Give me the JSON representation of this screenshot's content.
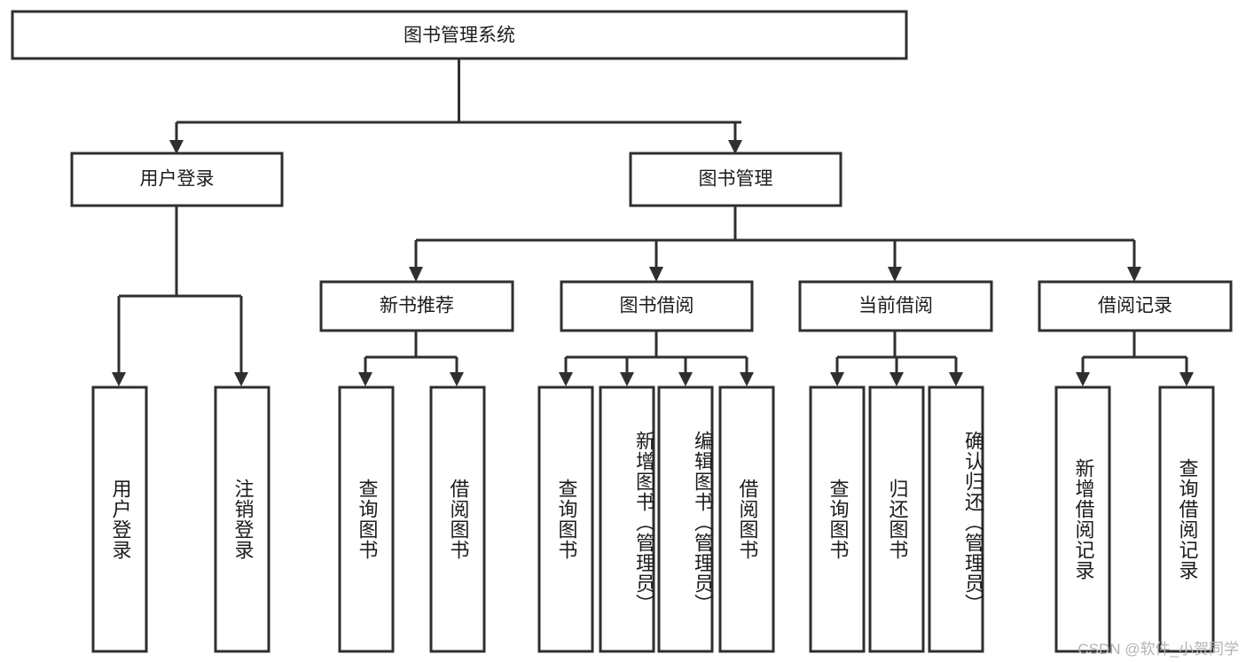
{
  "diagram": {
    "title_node": {
      "id": "root",
      "label": "图书管理系统"
    },
    "level2": [
      {
        "id": "user-login",
        "label": "用户登录"
      },
      {
        "id": "book-manage",
        "label": "图书管理"
      }
    ],
    "level3": [
      {
        "id": "new-book-recommend",
        "label": "新书推荐"
      },
      {
        "id": "book-borrow",
        "label": "图书借阅"
      },
      {
        "id": "current-borrow",
        "label": "当前借阅"
      },
      {
        "id": "borrow-record",
        "label": "借阅记录"
      }
    ],
    "leaves": {
      "user_login": [
        {
          "id": "leaf-user-login",
          "label": "用户登录"
        },
        {
          "id": "leaf-logout-login",
          "label": "注销登录"
        }
      ],
      "new_book_recommend": [
        {
          "id": "leaf-query-book-1",
          "label": "查询图书"
        },
        {
          "id": "leaf-borrow-book-1",
          "label": "借阅图书"
        }
      ],
      "book_borrow": [
        {
          "id": "leaf-query-book-2",
          "label": "查询图书"
        },
        {
          "id": "leaf-add-book",
          "label": "新增图书（管理员）"
        },
        {
          "id": "leaf-edit-book",
          "label": "编辑图书（管理员）"
        },
        {
          "id": "leaf-borrow-book-2",
          "label": "借阅图书"
        }
      ],
      "current_borrow": [
        {
          "id": "leaf-query-book-3",
          "label": "查询图书"
        },
        {
          "id": "leaf-return-book",
          "label": "归还图书"
        },
        {
          "id": "leaf-confirm-return",
          "label": "确认归还（管理员）"
        }
      ],
      "borrow_record": [
        {
          "id": "leaf-add-record",
          "label": "新增借阅记录"
        },
        {
          "id": "leaf-query-record",
          "label": "查询借阅记录"
        }
      ]
    },
    "colors": {
      "stroke": "#2f2f2f",
      "fill": "#ffffff",
      "text": "#1c1c1c",
      "watermark": "#b3b3b3"
    }
  },
  "watermark": {
    "text": "CSDN @软件_小贺同学"
  }
}
